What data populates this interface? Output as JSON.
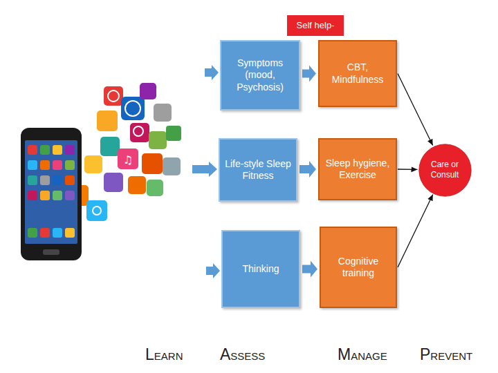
{
  "diagram": {
    "nodes": [
      {
        "text": [
          "Self help-"
        ]
      },
      {
        "text": [
          "Symptoms (mood, Psychosis)"
        ]
      },
      {
        "text": [
          "CBT, Mindfulness"
        ]
      },
      {
        "text": [
          "Life-style Sleep Fitness"
        ]
      },
      {
        "text": [
          "Sleep hygiene, Exercise"
        ]
      },
      {
        "text": [
          "Thinking"
        ]
      },
      {
        "text": [
          "Cognitive training"
        ]
      },
      {
        "text": [
          "Care or Consult"
        ]
      }
    ],
    "edges": [
      {
        "from": 1,
        "to": 2,
        "arrow": "to"
      },
      {
        "from": 3,
        "to": 4,
        "arrow": "to"
      },
      {
        "from": 5,
        "to": 6,
        "arrow": "to"
      },
      {
        "from": 2,
        "to": 7,
        "arrow": "to"
      },
      {
        "from": 4,
        "to": 7,
        "arrow": "to"
      },
      {
        "from": 6,
        "to": 7,
        "arrow": "to"
      }
    ],
    "labels": [
      "LEARN",
      "ASSESS",
      "MANAGE",
      "PREVENT"
    ]
  }
}
